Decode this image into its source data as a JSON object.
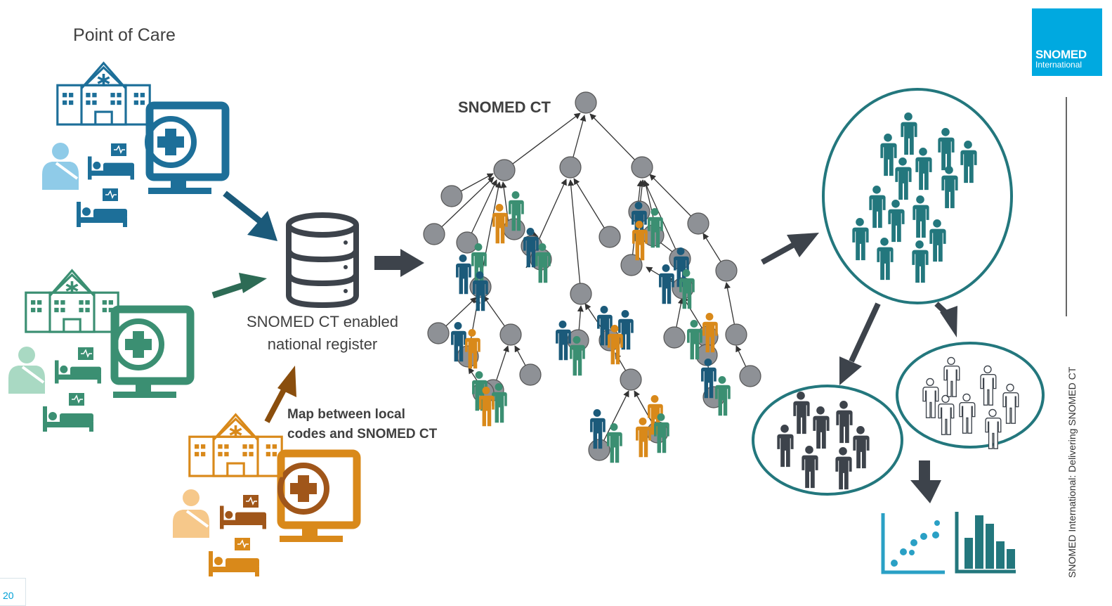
{
  "labels": {
    "point_of_care": "Point of Care",
    "snomed_ct": "SNOMED CT",
    "register_line1": "SNOMED CT enabled",
    "register_line2": "national register",
    "map_line1": "Map between local",
    "map_line2": "codes and SNOMED CT"
  },
  "logo": {
    "main": "SNOMED",
    "sub": "International",
    "color": "#00a9e0"
  },
  "side_text": "SNOMED International: Delivering SNOMED CT",
  "page_number": "20",
  "palette": {
    "blue": "#1d6f99",
    "light_blue": "#8fcbe8",
    "green": "#3b8f72",
    "light_green": "#a9d9c3",
    "orange": "#d9891a",
    "light_orange": "#f6c88a",
    "navy": "#1b5a7a",
    "teal": "#23777d",
    "dark": "#3d434b",
    "node": "#8e9196"
  },
  "icons": [
    "hospital-icon",
    "monitor-icon",
    "patient-icon",
    "bed-icon",
    "database-icon",
    "person-icon",
    "scatter-chart-icon",
    "bar-chart-icon"
  ]
}
